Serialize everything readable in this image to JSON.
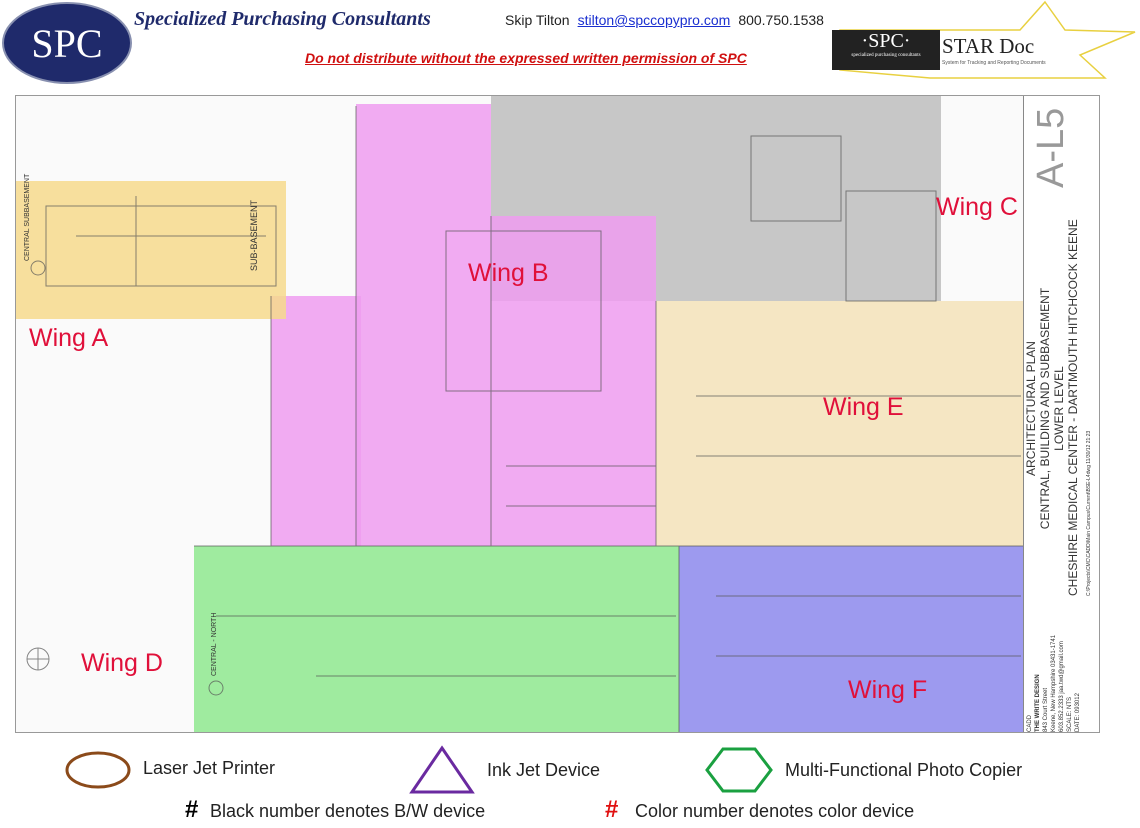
{
  "header": {
    "logo_text": "SPC",
    "company": "Specialized Purchasing Consultants",
    "contact_name": "Skip Tilton",
    "email": "stilton@spccopypro.com",
    "phone": "800.750.1538",
    "warning": "Do not distribute without the expressed written permission of SPC",
    "star_logo_left": "·SPC·",
    "star_logo_right": "STAR Doc",
    "star_logo_sub": "specialized purchasing consultants",
    "star_logo_tagline": "System for Tracking and Reporting Documents"
  },
  "plan": {
    "wings": [
      "Wing A",
      "Wing B",
      "Wing C",
      "Wing D",
      "Wing E",
      "Wing F"
    ],
    "colors": {
      "A": "#f6d98c",
      "B": "#ee9cf0",
      "C": "#bdbdbd",
      "D": "#8ee88e",
      "E": "#f3e2b8",
      "F": "#8c88ec"
    },
    "sheet_number": "A-L5",
    "title_lines": [
      "ARCHITECTURAL PLAN",
      "CENTRAL, BUILDING AND SUBBASEMENT",
      "LOWER LEVEL",
      "CHESHIRE MEDICAL CENTER - DARTMOUTH HITCHCOCK KEENE"
    ],
    "file_path": "C:\\Projects\\CMC\\CADD\\Main Campus\\Current\\BSE-L4dwg 11/30/12 21:23",
    "designer": {
      "label": "CADD",
      "name": "THE WRITE DESIGN",
      "address": "843 Court Street",
      "city": "Keene, New Hampshire 03431-1741",
      "contact": "603.852.2333 jaa.twd@gmail.com"
    },
    "scale": "SCALE: NTS",
    "date": "DATE: 093012",
    "subbasement_label": "SUB-BASEMENT",
    "central_subbasement": "CENTRAL SUBBASEMENT",
    "central_north": "CENTRAL - NORTH"
  },
  "legend": {
    "laser": "Laser Jet Printer",
    "inkjet": "Ink Jet Device",
    "mfp": "Multi-Functional Photo Copier",
    "bw_symbol": "#",
    "bw_note": "Black number denotes B/W device",
    "color_symbol": "#",
    "color_note": "Color number denotes color device"
  }
}
